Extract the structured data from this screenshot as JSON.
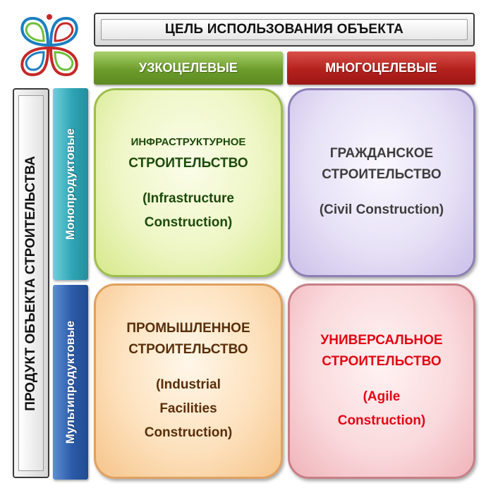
{
  "header": {
    "title": "ЦЕЛЬ ИСПОЛЬЗОВАНИЯ ОБЪЕКТА"
  },
  "columns": {
    "narrow": "УЗКОЦЕЛЕВЫЕ",
    "multi": "МНОГОЦЕЛЕВЫЕ"
  },
  "rows": {
    "axis_title": "ПРОДУКТ ОБЪЕКТА СТРОИТЕЛЬСТВА",
    "mono": "Монопродуктовые",
    "multi": "Мультипродуктовые"
  },
  "quadrants": {
    "infrastructure": {
      "title_line1": "ИНФРАСТРУКТУРНОЕ",
      "title_line2": "СТРОИТЕЛЬСТВО",
      "sub_line1": "(Infrastructure",
      "sub_line2": "Construction)"
    },
    "civil": {
      "title_line1": "ГРАЖДАНСКОЕ",
      "title_line2": "СТРОИТЕЛЬСТВО",
      "sub_line1": "(Civil Construction)"
    },
    "industrial": {
      "title_line1": "ПРОМЫШЛЕННОЕ",
      "title_line2": "СТРОИТЕЛЬСТВО",
      "sub_line1": "(Industrial",
      "sub_line2": "Facilities",
      "sub_line3": "Construction)"
    },
    "agile": {
      "title_line1": "УНИВЕРСАЛЬНОЕ",
      "title_line2": "СТРОИТЕЛЬСТВО",
      "sub_line1": "(Agile",
      "sub_line2": "Construction)"
    }
  },
  "colors": {
    "narrow_tag": "#6c9c2b",
    "multi_tag": "#b4211d",
    "mono_tab": "#2ea4b4",
    "multi_tab": "#2b5aa8",
    "infrastructure_text": "#1c4a0b",
    "civil_text": "#3d3d3d",
    "industrial_text": "#5a2e0a",
    "agile_text": "#e30613"
  },
  "icons": {
    "logo": "four-leaf-logo-icon"
  }
}
